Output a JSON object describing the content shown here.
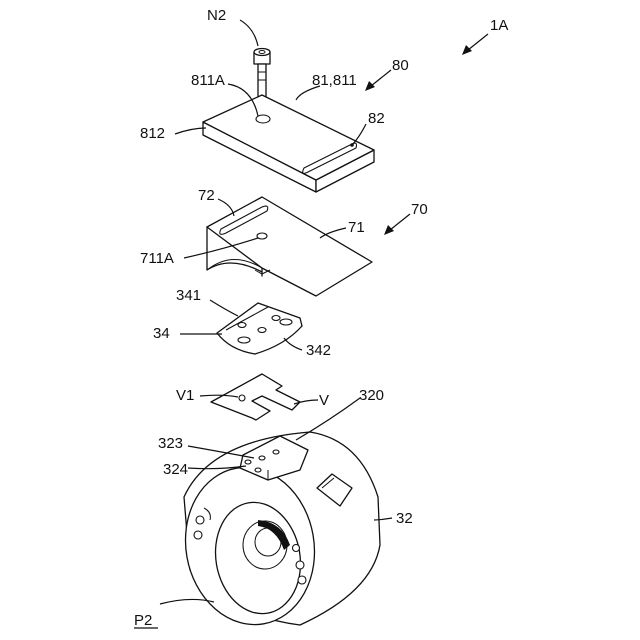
{
  "figure": {
    "assembly_label": "1A",
    "labels": {
      "n2": "N2",
      "l811a": "811A",
      "l81_811": "81,811",
      "l80": "80",
      "l812": "812",
      "l82": "82",
      "l72": "72",
      "l70": "70",
      "l71": "71",
      "l711a": "711A",
      "l341": "341",
      "l34": "34",
      "l342": "342",
      "v1": "V1",
      "v": "V",
      "l320": "320",
      "l323": "323",
      "l324": "324",
      "l32": "32",
      "p2": "P2"
    }
  },
  "colors": {
    "line": "#111111",
    "background": "#ffffff"
  }
}
